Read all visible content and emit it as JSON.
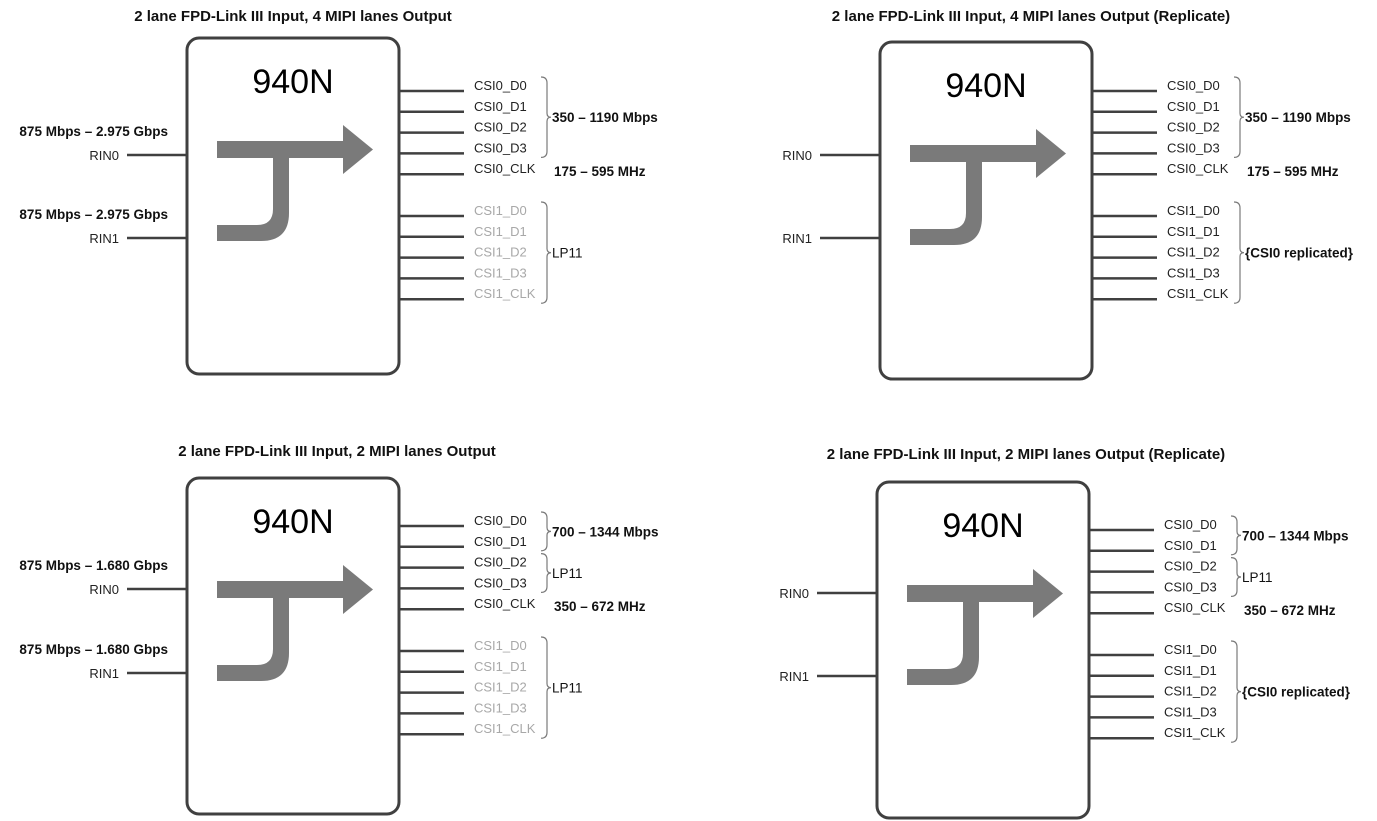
{
  "chip_name": "940N",
  "diagrams": [
    {
      "title": "2 lane FPD-Link III Input, 4 MIPI lanes Output",
      "inputs": [
        {
          "pin": "RIN0",
          "rate": "875 Mbps – 2.975 Gbps"
        },
        {
          "pin": "RIN1",
          "rate": "875 Mbps – 2.975 Gbps"
        }
      ],
      "csi0": {
        "pins": [
          "CSI0_D0",
          "CSI0_D1",
          "CSI0_D2",
          "CSI0_D3",
          "CSI0_CLK"
        ],
        "dim": false,
        "groups": [
          {
            "start": 0,
            "end": 3,
            "label": "350 – 1190 Mbps",
            "bold": true
          }
        ],
        "clk_label": "175 – 595 MHz"
      },
      "csi1": {
        "pins": [
          "CSI1_D0",
          "CSI1_D1",
          "CSI1_D2",
          "CSI1_D3",
          "CSI1_CLK"
        ],
        "dim": true,
        "groups": [
          {
            "start": 0,
            "end": 4,
            "label": "LP11",
            "bold": false
          }
        ]
      }
    },
    {
      "title": "2 lane FPD-Link III Input, 4 MIPI lanes Output (Replicate)",
      "inputs": [
        {
          "pin": "RIN0",
          "rate": ""
        },
        {
          "pin": "RIN1",
          "rate": ""
        }
      ],
      "csi0": {
        "pins": [
          "CSI0_D0",
          "CSI0_D1",
          "CSI0_D2",
          "CSI0_D3",
          "CSI0_CLK"
        ],
        "dim": false,
        "groups": [
          {
            "start": 0,
            "end": 3,
            "label": "350 – 1190 Mbps",
            "bold": true
          }
        ],
        "clk_label": "175 – 595 MHz"
      },
      "csi1": {
        "pins": [
          "CSI1_D0",
          "CSI1_D1",
          "CSI1_D2",
          "CSI1_D3",
          "CSI1_CLK"
        ],
        "dim": false,
        "groups": [
          {
            "start": 0,
            "end": 4,
            "label": "{CSI0 replicated}",
            "bold": true
          }
        ]
      }
    },
    {
      "title": "2 lane FPD-Link III Input, 2 MIPI lanes Output",
      "inputs": [
        {
          "pin": "RIN0",
          "rate": "875 Mbps – 1.680 Gbps"
        },
        {
          "pin": "RIN1",
          "rate": "875 Mbps – 1.680 Gbps"
        }
      ],
      "csi0": {
        "pins": [
          "CSI0_D0",
          "CSI0_D1",
          "CSI0_D2",
          "CSI0_D3",
          "CSI0_CLK"
        ],
        "dim": false,
        "groups": [
          {
            "start": 0,
            "end": 1,
            "label": "700 – 1344 Mbps",
            "bold": true
          },
          {
            "start": 2,
            "end": 3,
            "label": "LP11",
            "bold": false
          }
        ],
        "clk_label": "350 – 672 MHz"
      },
      "csi1": {
        "pins": [
          "CSI1_D0",
          "CSI1_D1",
          "CSI1_D2",
          "CSI1_D3",
          "CSI1_CLK"
        ],
        "dim": true,
        "groups": [
          {
            "start": 0,
            "end": 4,
            "label": "LP11",
            "bold": false
          }
        ]
      }
    },
    {
      "title": "2 lane FPD-Link III Input, 2 MIPI lanes Output (Replicate)",
      "inputs": [
        {
          "pin": "RIN0",
          "rate": ""
        },
        {
          "pin": "RIN1",
          "rate": ""
        }
      ],
      "csi0": {
        "pins": [
          "CSI0_D0",
          "CSI0_D1",
          "CSI0_D2",
          "CSI0_D3",
          "CSI0_CLK"
        ],
        "dim": false,
        "groups": [
          {
            "start": 0,
            "end": 1,
            "label": "700 – 1344 Mbps",
            "bold": true
          },
          {
            "start": 2,
            "end": 3,
            "label": "LP11",
            "bold": false
          }
        ],
        "clk_label": "350 – 672 MHz"
      },
      "csi1": {
        "pins": [
          "CSI1_D0",
          "CSI1_D1",
          "CSI1_D2",
          "CSI1_D3",
          "CSI1_CLK"
        ],
        "dim": false,
        "groups": [
          {
            "start": 0,
            "end": 4,
            "label": "{CSI0 replicated}",
            "bold": true
          }
        ]
      }
    }
  ]
}
